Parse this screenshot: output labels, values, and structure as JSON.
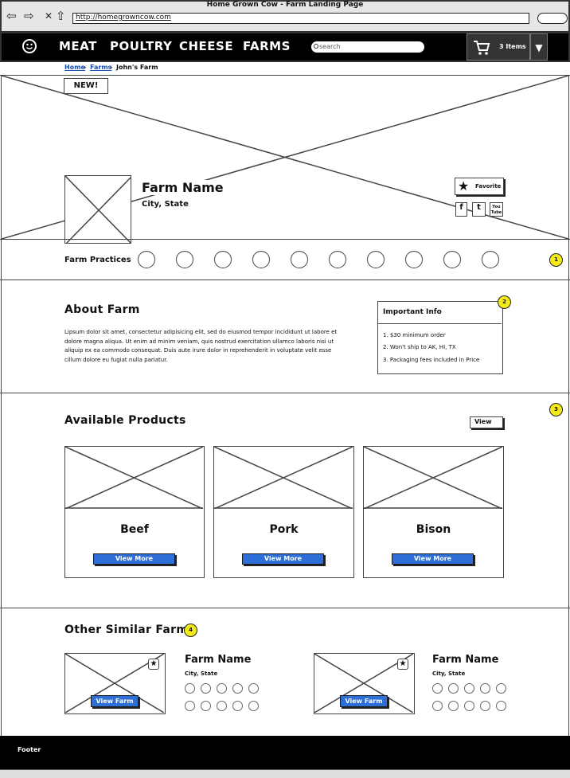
{
  "browser": {
    "window_title": "Home Grown Cow - Farm Landing Page",
    "url": "http://homegrowncow.com"
  },
  "nav": {
    "items": [
      "MEAT",
      "POULTRY",
      "CHEESE",
      "FARMS"
    ],
    "search_placeholder": "search",
    "cart_label": "3 Items"
  },
  "breadcrumb": {
    "home": "Home",
    "farms": "Farms",
    "current": "John's Farm"
  },
  "hero": {
    "badge": "NEW!",
    "farm_name": "Farm Name",
    "location": "City, State",
    "favorite_label": "Favorite",
    "social": [
      "f",
      "t",
      "You Tube"
    ]
  },
  "practices": {
    "label": "Farm Practices",
    "count": 10,
    "annotation": "1"
  },
  "about": {
    "title": "About Farm",
    "body": "Lipsum dolor sit amet, consectetur adipisicing elit, sed do eiusmod tempor incididunt ut labore et dolore magna aliqua. Ut enim ad minim veniam, quis nostrud exercitation ullamco laboris nisi ut aliquip ex ea commodo consequat. Duis aute irure dolor in reprehenderit in voluptate velit esse cillum dolore eu fugiat nulla pariatur.",
    "info_title": "Important Info",
    "info_items": [
      "1. $30 minimum order",
      "2. Won't ship to AK, HI, TX",
      "3. Packaging fees included in Price"
    ],
    "annotation": "2"
  },
  "products": {
    "title": "Available Products",
    "view_label": "View",
    "annotation": "3",
    "items": [
      {
        "name": "Beef",
        "button": "View More"
      },
      {
        "name": "Pork",
        "button": "View More"
      },
      {
        "name": "Bison",
        "button": "View More"
      }
    ]
  },
  "similar": {
    "title": "Other Similar Farms",
    "annotation": "4",
    "farms": [
      {
        "name": "Farm Name",
        "location": "City, State",
        "button": "View Farm"
      },
      {
        "name": "Farm Name",
        "location": "City, State",
        "button": "View Farm"
      }
    ]
  },
  "footer": {
    "label": "Footer"
  }
}
